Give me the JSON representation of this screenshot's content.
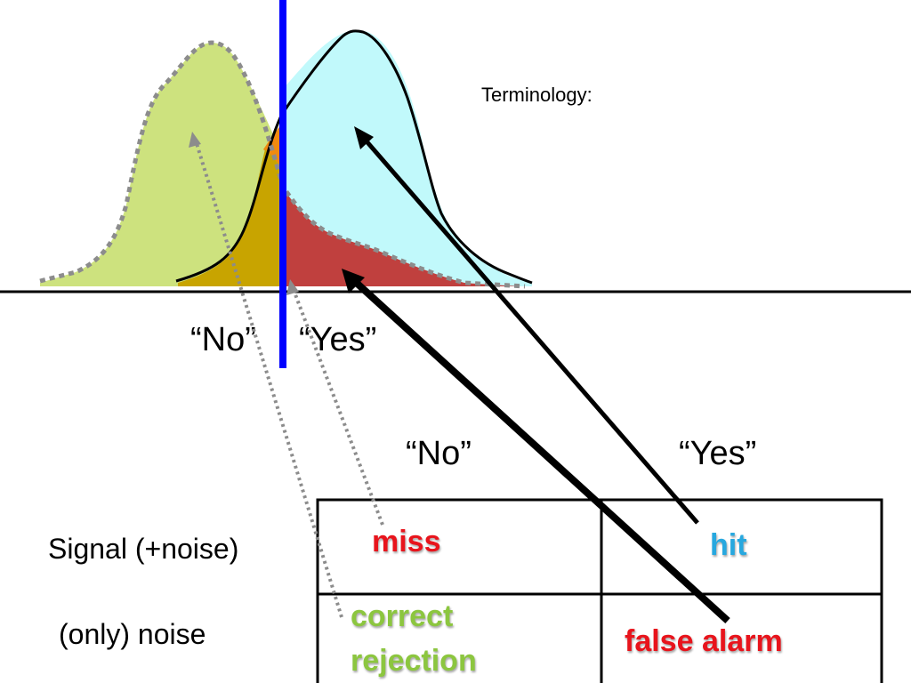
{
  "slide": {
    "terminology_label": "Terminology:",
    "criterion_labels": {
      "no": "“No”",
      "yes": "“Yes”"
    }
  },
  "table": {
    "column_headers": {
      "no": "“No”",
      "yes": "“Yes”"
    },
    "row_labels": {
      "signal": "Signal (+noise)",
      "noise": "(only) noise"
    },
    "cells": {
      "miss": "miss",
      "hit": "hit",
      "correct_rejection_line1": "correct",
      "correct_rejection_line2": "rejection",
      "false_alarm": "false alarm"
    }
  },
  "colors": {
    "noise_fill": "#cde27e",
    "signal_fill": "#c1f9fb",
    "overlap_fill": "#c8a400",
    "false_alarm_region": "#c0403e",
    "miss_region": "#f08a10",
    "criterion_line": "#0000ff",
    "miss_text": "#e8141c",
    "hit_text": "#27a8df",
    "correct_rejection_text": "#8cc63f",
    "false_alarm_text": "#e8141c"
  }
}
